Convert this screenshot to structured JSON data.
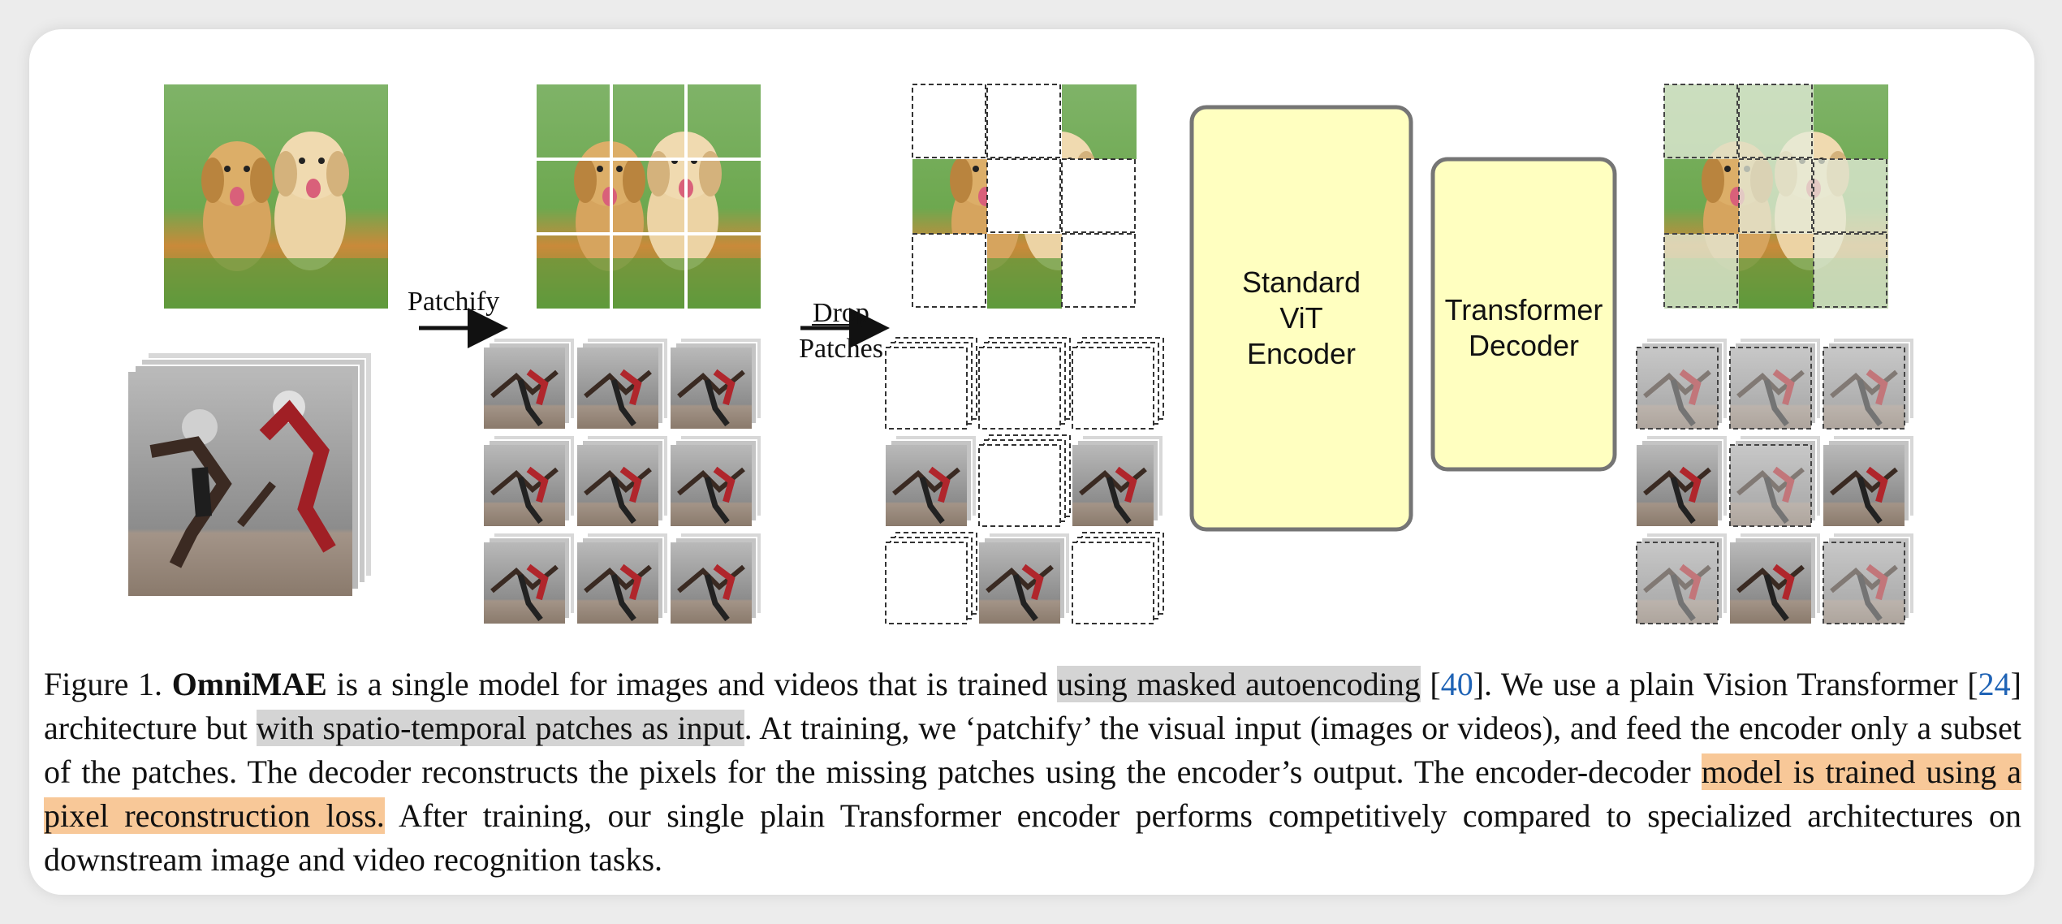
{
  "figure": {
    "arrows": {
      "patchify": "Patchify",
      "drop_line1": "Drop",
      "drop_line2": "Patches"
    },
    "encoder": {
      "line1": "Standard",
      "line2": "ViT",
      "line3": "Encoder",
      "fill": "#ffffc0",
      "stroke": "#757575"
    },
    "decoder": {
      "line1": "Transformer",
      "line2": "Decoder",
      "fill": "#ffffc0",
      "stroke": "#757575"
    }
  },
  "caption": {
    "label": "Figure 1.",
    "model_name": "OmniMAE",
    "t1": " is a single model for images and videos that is trained ",
    "hl1": "using masked autoencoding",
    "t2": " [",
    "ref1": "40",
    "t3": "].  We use a plain Vision Transformer [",
    "ref2": "24",
    "t4": "] architecture but ",
    "hl2": "with spatio-temporal patches as input",
    "t5": ". At training, we ‘patchify’ the visual input (images or videos), and feed the encoder only a subset of the patches. The decoder reconstructs the pixels for the missing patches using the encoder’s output. The encoder-decoder ",
    "hl3": "model is trained using a pixel reconstruction loss.",
    "t6": "  After training, our single plain Transformer encoder performs competitively compared to specialized architectures on downstream image and video recognition tasks.",
    "ref_color": "#1f63b5",
    "highlight_gray": "#d4d4d4",
    "highlight_orange": "#f8c898"
  }
}
